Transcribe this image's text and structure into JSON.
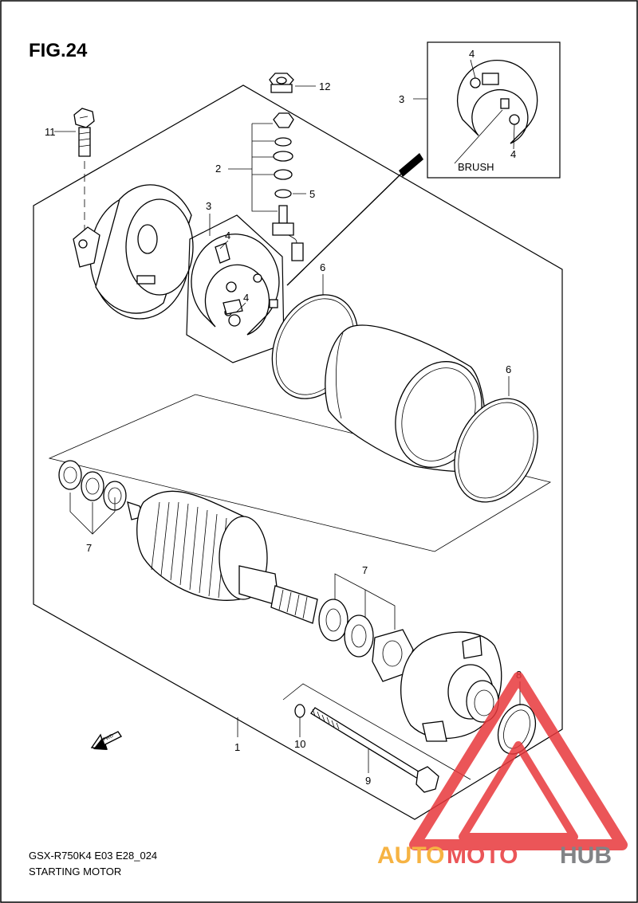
{
  "figure": {
    "title": "FIG.24"
  },
  "footer": {
    "model_code": "GSX-R750K4 E03 E28_024",
    "section_name": "STARTING MOTOR"
  },
  "callouts": {
    "c1": "1",
    "c2": "2",
    "c3a": "3",
    "c3b": "3",
    "c4a": "4",
    "c4b": "4",
    "c4c": "4",
    "c4d": "4",
    "c5": "5",
    "c6a": "6",
    "c6b": "6",
    "c7a": "7",
    "c7b": "7",
    "c8": "8",
    "c9": "9",
    "c10": "10",
    "c11": "11",
    "c12": "12"
  },
  "inset": {
    "brush_label": "BRUSH"
  },
  "fwd_label": "FWD",
  "watermark": {
    "part1": "AUTO",
    "part2": "MOTO",
    "part3": "HUB",
    "colors": {
      "red": "#e8383c",
      "orange": "#f5a623",
      "gray": "#6d6e71"
    }
  }
}
